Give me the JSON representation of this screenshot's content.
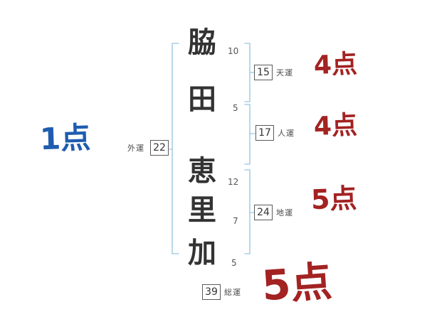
{
  "chart": {
    "name_characters": [
      {
        "char": "脇",
        "strokes": "10"
      },
      {
        "char": "田",
        "strokes": "5"
      },
      {
        "char": "恵",
        "strokes": "12"
      },
      {
        "char": "里",
        "strokes": "7"
      },
      {
        "char": "加",
        "strokes": "5"
      }
    ],
    "fortunes": {
      "heaven": {
        "label": "天運",
        "value": "15",
        "score": "4点"
      },
      "person": {
        "label": "人運",
        "value": "17",
        "score": "4点"
      },
      "earth": {
        "label": "地運",
        "value": "24",
        "score": "5点"
      },
      "outer": {
        "label": "外運",
        "value": "22",
        "score": "1点"
      },
      "total": {
        "label": "総運",
        "value": "39",
        "score": "5点"
      }
    },
    "colors": {
      "score_red": "#a32222",
      "score_blue": "#1f5cb0",
      "bracket_blue": "#a9cfe5",
      "ink": "#3b3b3b"
    }
  }
}
